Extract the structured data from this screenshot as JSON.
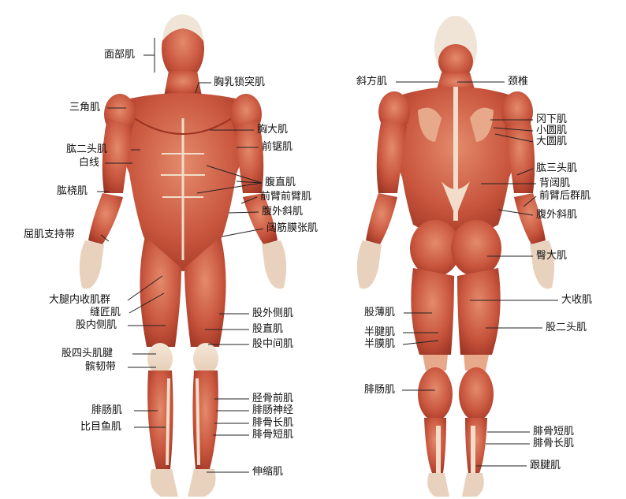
{
  "colors": {
    "muscle": "#c8553d",
    "muscle_dark": "#9c3322",
    "muscle_light": "#e48a6c",
    "tendon": "#f1ddc9",
    "bone": "#eee3d2",
    "line": "#222222",
    "text": "#111111"
  },
  "front_labels": {
    "face": "面部肌",
    "scm": "胸乳锁突肌",
    "deltoid": "三角肌",
    "pectoralis": "胸大肌",
    "biceps": "肱二头肌",
    "serratus": "前锯肌",
    "linea_alba": "白线",
    "rectus_abdominis": "腹直肌",
    "brachioradialis": "肱桡肌",
    "forearm_front": "前臂前臂肌",
    "external_oblique": "腹外斜肌",
    "tfl": "阔筋膜张肌",
    "flexor_retinaculum": "屈肌支持带",
    "adductors": "大腿内收肌群",
    "sartorius": "缝匠肌",
    "vastus_medialis": "股内侧肌",
    "vastus_lateralis": "股外侧肌",
    "rectus_femoris": "股直肌",
    "vastus_intermedius": "股中间肌",
    "quad_tendon": "股四头肌腱",
    "patellar_lig": "髌韧带",
    "tibialis_anterior": "胫骨前肌",
    "gastrocnemius": "腓肠肌",
    "peroneal_nerve": "腓肠神经",
    "peroneus_longus": "腓骨长肌",
    "soleus": "比目鱼肌",
    "peroneus_brevis": "腓骨短肌",
    "extensor_retinaculum": "伸缩肌"
  },
  "back_labels": {
    "trapezius": "斜方肌",
    "cervical": "颈椎",
    "infraspinatus": "冈下肌",
    "teres_minor": "小圆肌",
    "teres_major": "大圆肌",
    "triceps": "肱三头肌",
    "latissimus": "背阔肌",
    "forearm_back": "前臂后群肌",
    "external_oblique": "腹外斜肌",
    "gluteus": "臀大肌",
    "adductor_magnus": "大收肌",
    "gracilis": "股薄肌",
    "hamstrings": "股二头肌",
    "semitendinosus": "半腱肌",
    "semimembranosus": "半膜肌",
    "gastrocnemius": "腓肠肌",
    "peroneus_brevis": "腓骨短肌",
    "peroneus_longus": "腓骨长肌",
    "achilles": "跟腱肌"
  }
}
